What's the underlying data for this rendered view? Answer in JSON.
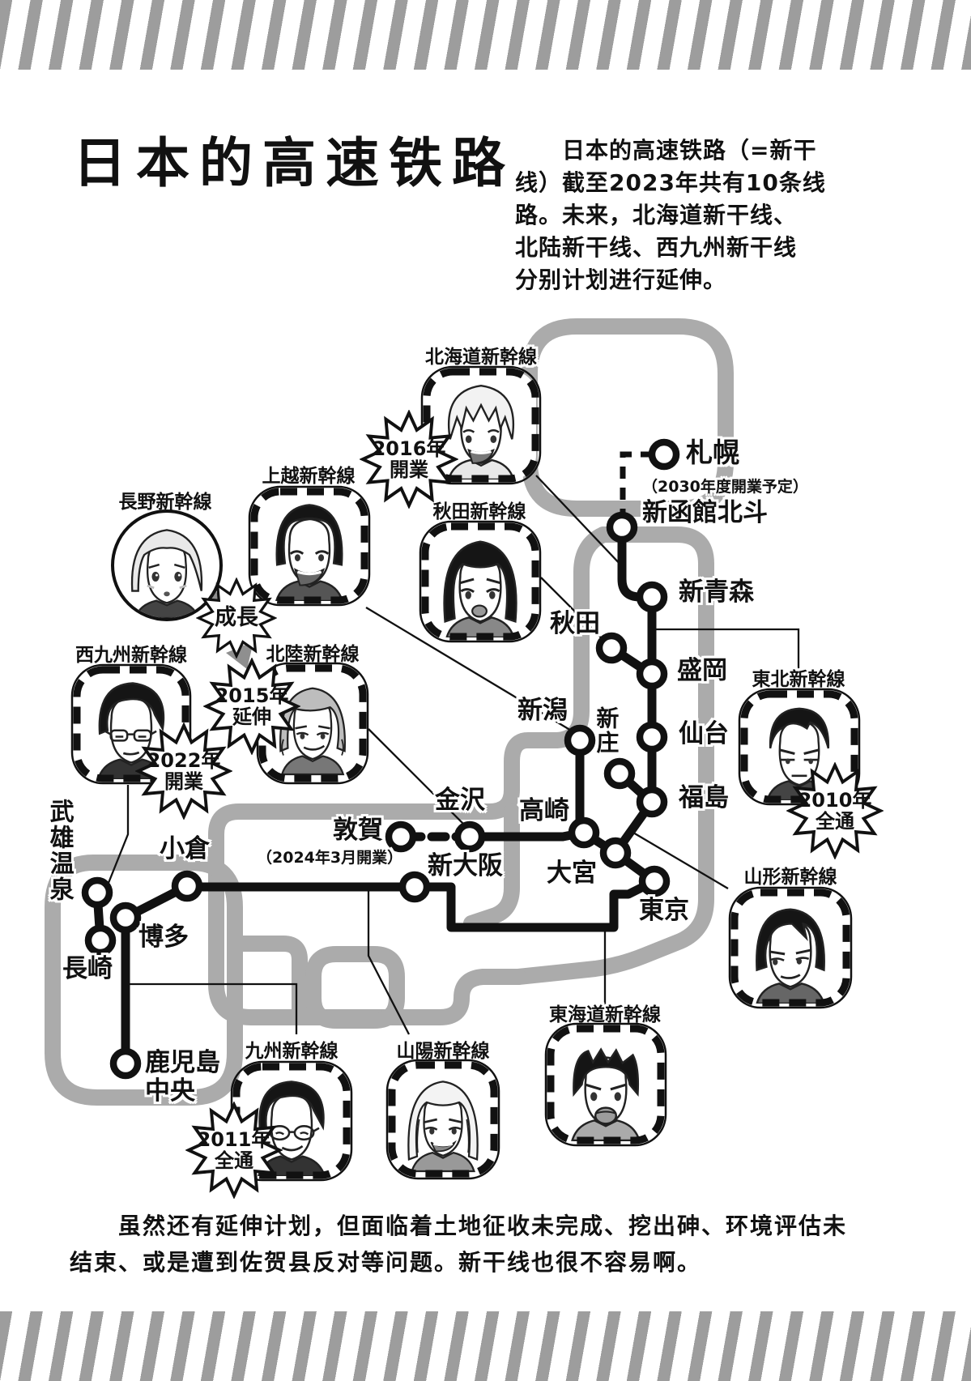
{
  "title": "日本的高速铁路",
  "intro": {
    "lines": [
      "　　日本的高速铁路（=新干",
      "线）截至2023年共有10条线",
      "路。未来，北海道新干线、",
      "北陆新干线、西九州新干线",
      "分别计划进行延伸。"
    ]
  },
  "footer": {
    "lines": [
      "　　虽然还有延伸计划，但面临着土地征收未完成、挖出砷、环境评估未",
      "结束、或是遭到佐贺县反对等问题。新干线也很不容易啊。"
    ]
  },
  "colors": {
    "land": "#ababab",
    "ink": "#111111",
    "stripe": "#9d9d9d"
  },
  "map": {
    "stations": [
      {
        "id": "sapporo",
        "label": "札幌",
        "note": "（2030年度開業予定）"
      },
      {
        "id": "shin-hakodate-hokuto",
        "label": "新函館北斗"
      },
      {
        "id": "shin-aomori",
        "label": "新青森"
      },
      {
        "id": "akita",
        "label": "秋田"
      },
      {
        "id": "morioka",
        "label": "盛岡"
      },
      {
        "id": "sendai",
        "label": "仙台"
      },
      {
        "id": "shinjo",
        "label": "新庄"
      },
      {
        "id": "niigata",
        "label": "新潟"
      },
      {
        "id": "fukushima",
        "label": "福島"
      },
      {
        "id": "takasaki",
        "label": "高崎"
      },
      {
        "id": "kanazawa",
        "label": "金沢"
      },
      {
        "id": "tsuruga",
        "label": "敦賀",
        "note": "（2024年3月開業）"
      },
      {
        "id": "shin-osaka",
        "label": "新大阪"
      },
      {
        "id": "omiya",
        "label": "大宮"
      },
      {
        "id": "tokyo",
        "label": "東京"
      },
      {
        "id": "kokura",
        "label": "小倉"
      },
      {
        "id": "hakata",
        "label": "博多"
      },
      {
        "id": "takeo-onsen",
        "label": "武雄温泉"
      },
      {
        "id": "nagasaki",
        "label": "長崎"
      },
      {
        "id": "kagoshima-chuo",
        "label": "鹿児島",
        "label2": "中央"
      }
    ],
    "lines": [
      {
        "id": "hokkaido",
        "label": "北海道新幹線"
      },
      {
        "id": "joetsu",
        "label": "上越新幹線"
      },
      {
        "id": "akita",
        "label": "秋田新幹線"
      },
      {
        "id": "nagano",
        "label": "長野新幹線"
      },
      {
        "id": "nishi-kyushu",
        "label": "西九州新幹線"
      },
      {
        "id": "hokuriku",
        "label": "北陸新幹線"
      },
      {
        "id": "tohoku",
        "label": "東北新幹線"
      },
      {
        "id": "yamagata",
        "label": "山形新幹線"
      },
      {
        "id": "tokaido",
        "label": "東海道新幹線"
      },
      {
        "id": "kyushu",
        "label": "九州新幹線"
      },
      {
        "id": "sanyo",
        "label": "山陽新幹線"
      }
    ],
    "badges": [
      {
        "id": "opened-2016",
        "line1": "2016年",
        "line2": "開業"
      },
      {
        "id": "growth",
        "line1": "成長",
        "line2": ""
      },
      {
        "id": "extended-2015",
        "line1": "2015年",
        "line2": "延伸"
      },
      {
        "id": "opened-2022",
        "line1": "2022年",
        "line2": "開業"
      },
      {
        "id": "full-2010",
        "line1": "2010年",
        "line2": "全通"
      },
      {
        "id": "full-2011",
        "line1": "2011年",
        "line2": "全通"
      }
    ]
  }
}
